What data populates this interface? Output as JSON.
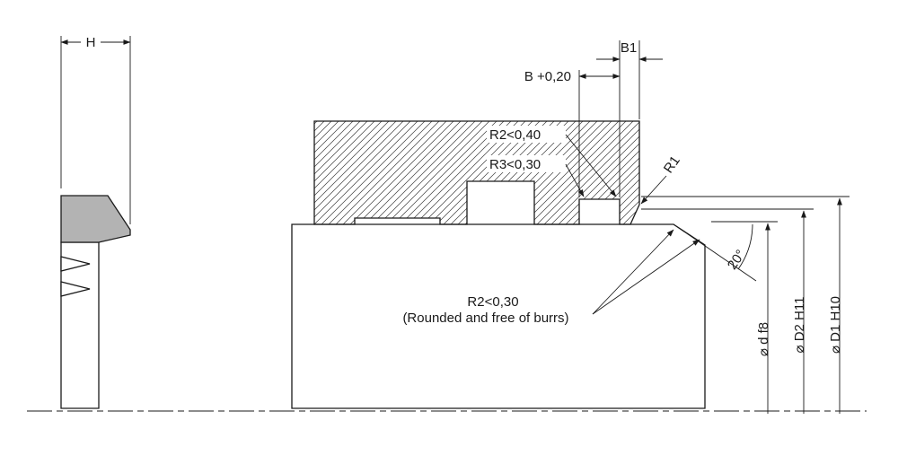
{
  "drawing": {
    "type": "seal-groove-technical-drawing",
    "labels": {
      "h": "H",
      "b": "B +0,20",
      "b1": "B1",
      "r2_040": "R2<0,40",
      "r3_030": "R3<0,30",
      "r1": "R1",
      "angle": "20°",
      "r2_030": "R2<0,30",
      "burrs_note": "(Rounded and free of burrs)",
      "dia_d": "⌀ d f8",
      "dia_d2": "⌀ D2 H11",
      "dia_d1": "⌀ D1 H10"
    },
    "colors": {
      "line": "#1a1a1a",
      "seal_fill": "#b3b3b3",
      "background": "#ffffff"
    }
  }
}
